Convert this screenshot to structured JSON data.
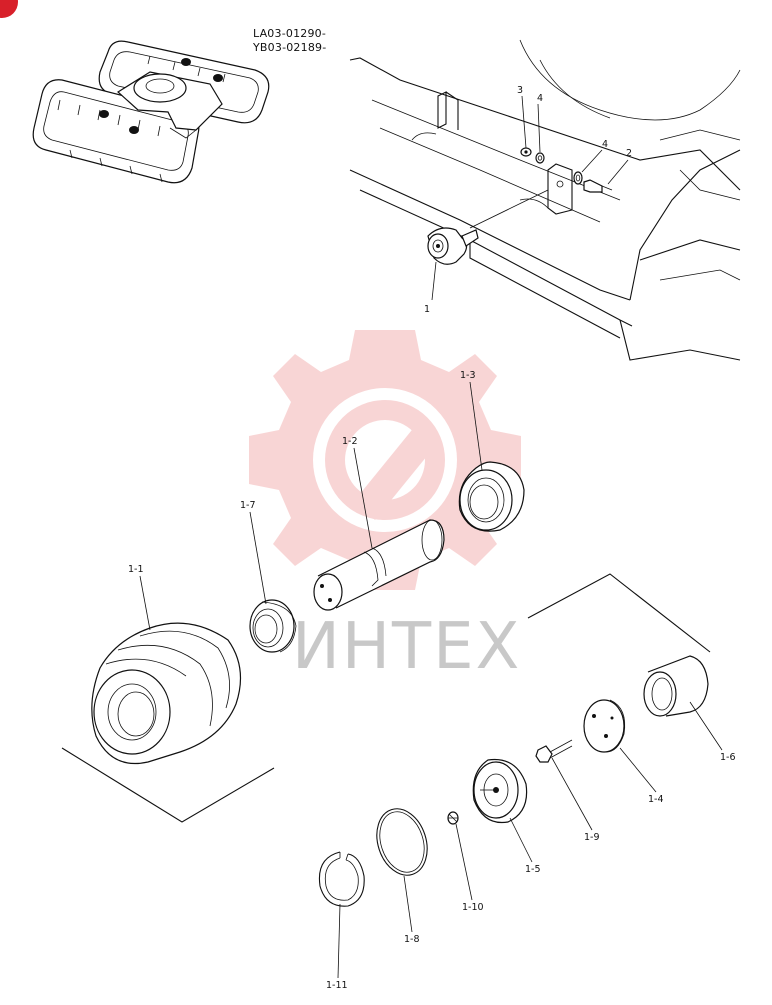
{
  "header": {
    "serial_line_1": "LA03-01290-",
    "serial_line_2": "YB03-02189-"
  },
  "watermark": {
    "text": "ИНТЕХ",
    "gear_color": "#f4b4b4",
    "text_color": "#c8c8c8"
  },
  "corner_badge_color": "#d8202a",
  "parts": {
    "p1": "1",
    "p2": "2",
    "p3": "3",
    "p4a": "4",
    "p4b": "4",
    "p1_1": "1-1",
    "p1_2": "1-2",
    "p1_3": "1-3",
    "p1_4": "1-4",
    "p1_5": "1-5",
    "p1_6": "1-6",
    "p1_7": "1-7",
    "p1_8": "1-8",
    "p1_9": "1-9",
    "p1_10": "1-10",
    "p1_11": "1-11"
  }
}
